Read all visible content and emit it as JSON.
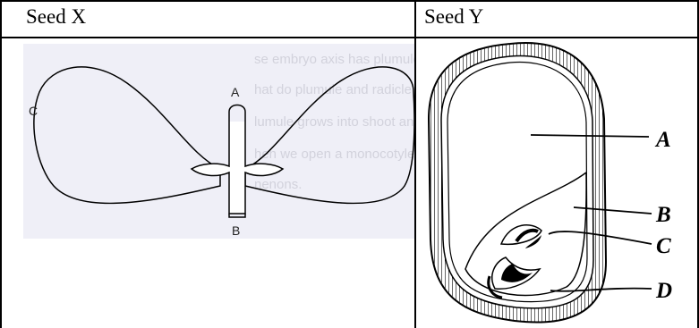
{
  "table": {
    "headers": [
      "Seed X",
      "Seed Y"
    ]
  },
  "seed_x": {
    "labels": {
      "a": "A",
      "b": "B",
      "c": "C"
    },
    "background_text": [
      "se embryo axis has plumule and radicle.",
      "hat do plumule and radicle grow into?",
      "lumule grows into shoot and radicle grows",
      "hen we open a monocotyledon seed, then",
      "nenons."
    ]
  },
  "seed_y": {
    "labels": {
      "a": "A",
      "b": "B",
      "c": "C",
      "d": "D"
    }
  }
}
